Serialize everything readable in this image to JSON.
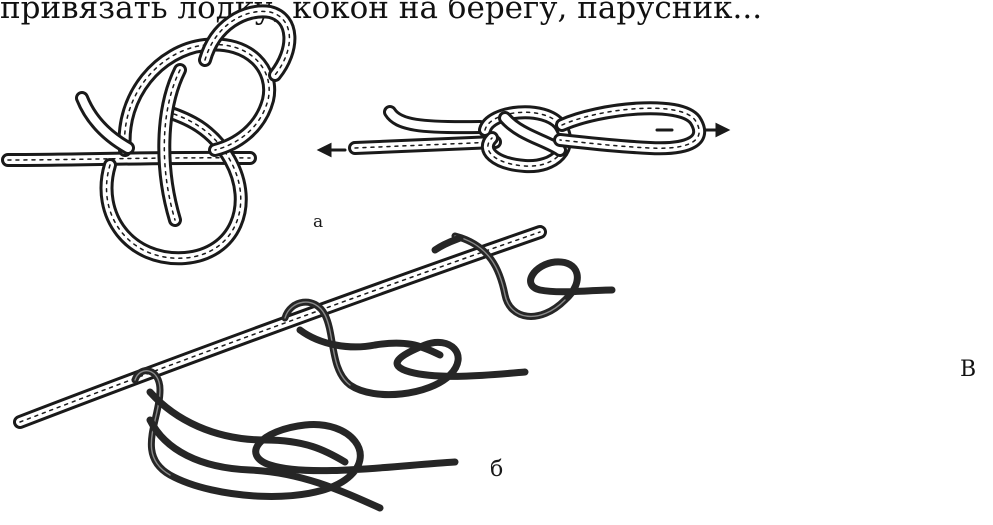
{
  "caption_top": "привязать лодку, кокон на берегу, парусник...",
  "label_a": "a",
  "label_b": "б",
  "side_letter": "В"
}
